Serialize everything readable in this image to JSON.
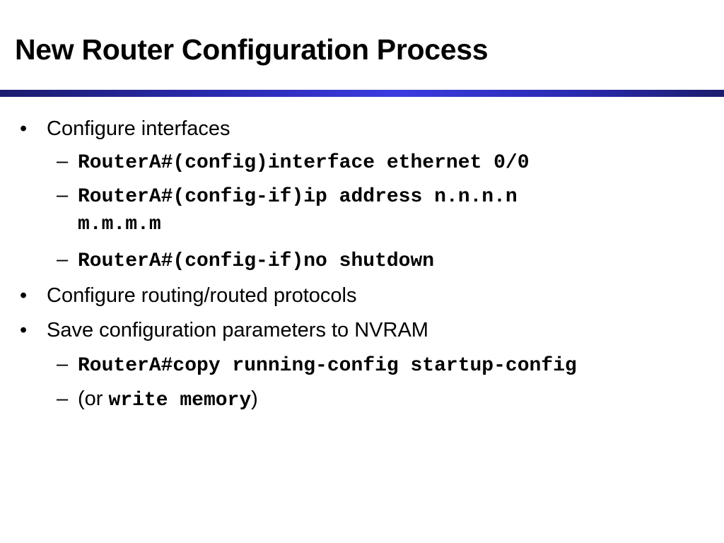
{
  "slide": {
    "title": "New Router Configuration Process",
    "bullets": [
      {
        "text": "Configure interfaces",
        "subs": [
          "RouterA#(config)interface ethernet 0/0",
          "RouterA#(config-if)ip address n.n.n.n",
          "RouterA#(config-if)no shutdown"
        ],
        "sub2_continuation": "m.m.m.m"
      },
      {
        "text": "Configure routing/routed protocols"
      },
      {
        "text": "Save configuration parameters to NVRAM",
        "subs": [
          "RouterA#copy running-config startup-config"
        ],
        "alt_prefix": "(or",
        "alt_command": "write memory",
        "alt_suffix": ")"
      }
    ],
    "bullet_glyph": "•",
    "dash_glyph": "–",
    "rule_color": "#2a2ab0"
  }
}
